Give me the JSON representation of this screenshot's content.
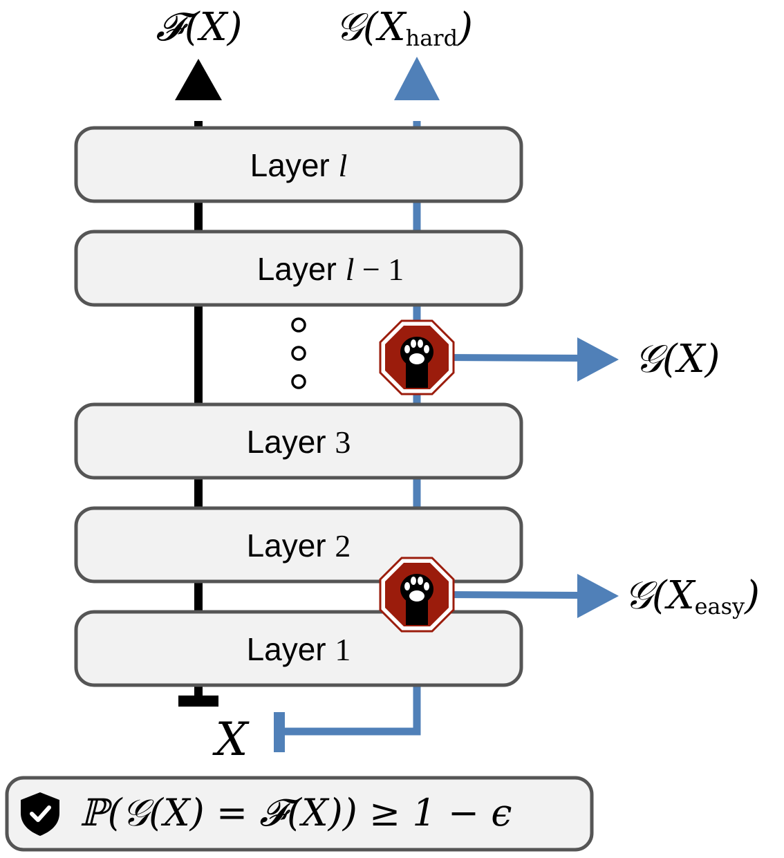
{
  "top_labels": {
    "f_label": "𝓕(X)",
    "g_hard_main": "𝒢(X",
    "g_hard_sub": "hard",
    "g_hard_close": ")"
  },
  "layers": [
    {
      "word": "Layer",
      "index": "l",
      "suffix": ""
    },
    {
      "word": "Layer",
      "index": "l",
      "suffix": " − 1"
    },
    {
      "word": "Layer",
      "index": "",
      "suffix": "3"
    },
    {
      "word": "Layer",
      "index": "",
      "suffix": "2"
    },
    {
      "word": "Layer",
      "index": "",
      "suffix": "1"
    }
  ],
  "exits": {
    "g_x": "𝒢(X)",
    "g_easy_main": "𝒢(X",
    "g_easy_sub": "easy",
    "g_easy_close": ")"
  },
  "input_label": "X",
  "guarantee": {
    "icon": "shield-check-icon",
    "text": "ℙ(𝒢(X) = 𝓕(X)) ≥ 1 − ϵ"
  },
  "colors": {
    "main_path": "#000000",
    "early_exit_path": "#5080b8",
    "stop_sign": "#9b1c0c",
    "box_fill": "#f2f2f2",
    "box_stroke": "#555555"
  }
}
